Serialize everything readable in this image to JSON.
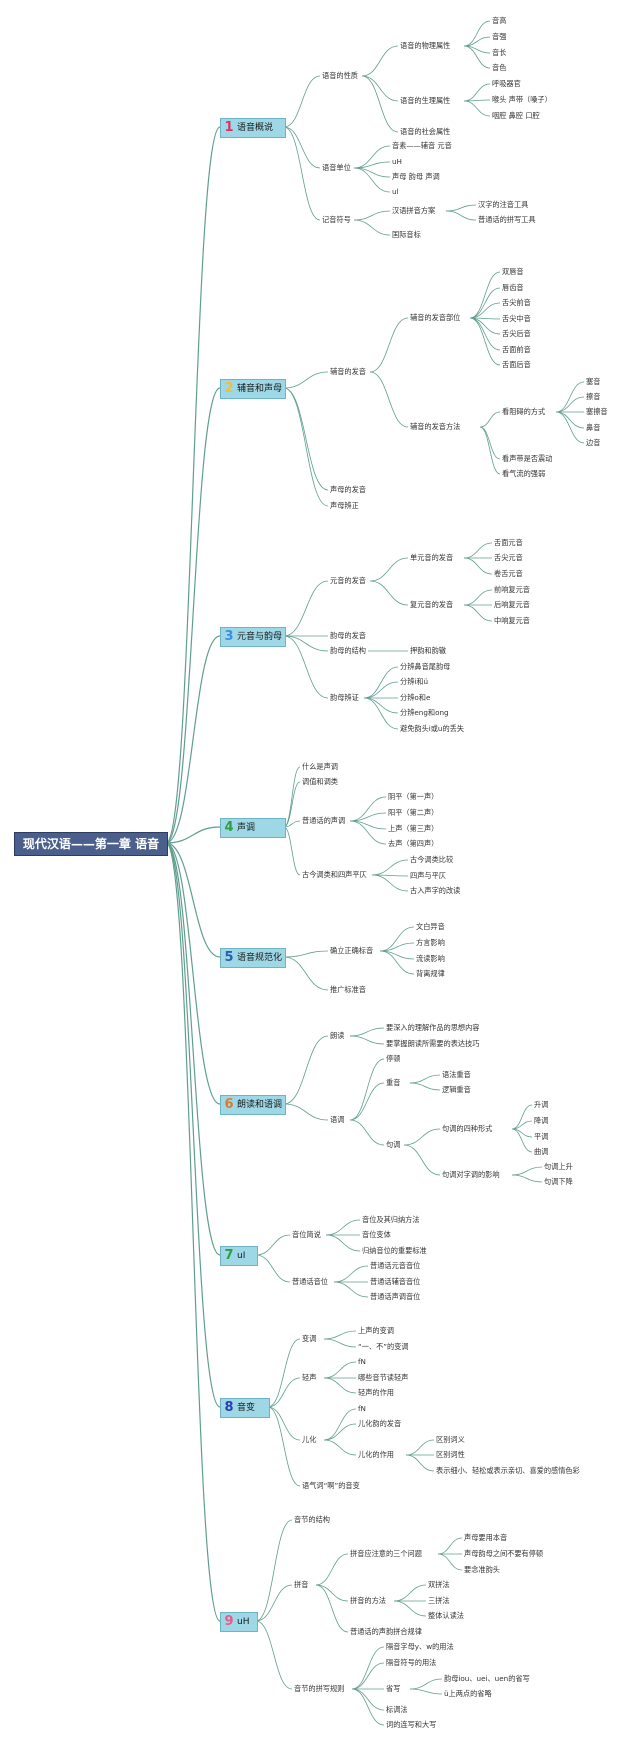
{
  "colors": {
    "line": "#5f9e8f",
    "root_bg": "#4a5f8c",
    "section_bg": "#9ed8e6"
  },
  "root": "现代汉语——第一章 语音",
  "sections": [
    {
      "num": "1",
      "title": "语音概说",
      "num_color": "#e0306a"
    },
    {
      "num": "2",
      "title": "辅音和声母",
      "num_color": "#f0c030"
    },
    {
      "num": "3",
      "title": "元音与韵母",
      "num_color": "#3a8ee6"
    },
    {
      "num": "4",
      "title": "声调",
      "num_color": "#2e9e3e"
    },
    {
      "num": "5",
      "title": "语音规范化",
      "num_color": "#2a5fb0"
    },
    {
      "num": "6",
      "title": "朗读和语调",
      "num_color": "#e07a2a"
    },
    {
      "num": "7",
      "title": "uI",
      "num_color": "#2e9e3e"
    },
    {
      "num": "8",
      "title": "音变",
      "num_color": "#2a3fb0"
    },
    {
      "num": "9",
      "title": "uH",
      "num_color": "#e85a8a"
    }
  ],
  "nodes": {
    "s1": {
      "xingzhi": "语音的性质",
      "wuli": "语音的物理属性",
      "yingao": "音高",
      "yinqiang": "音强",
      "yinchang": "音长",
      "yinse": "音色",
      "shengli": "语音的生理属性",
      "huxi": "呼吸器官",
      "houtou": "喉头 声带（嗓子）",
      "yanqiang": "咽腔 鼻腔 口腔",
      "shehui": "语音的社会属性",
      "danwei": "语音单位",
      "yinsu": "音素——辅音 元音",
      "uh": "uH",
      "shengmu": "声母 韵母 声调",
      "ul": "ul",
      "fuhao": "记音符号",
      "pinyin": "汉语拼音方案",
      "zhuyin": "汉字的注音工具",
      "pinxie": "普通话的拼写工具",
      "guoji": "国际音标"
    },
    "s2": {
      "fayin": "辅音的发音",
      "buwei": "辅音的发音部位",
      "shuangchun": "双唇音",
      "chunchi": "唇齿音",
      "shejianqian": "舌尖前音",
      "shejianzhong": "舌尖中音",
      "shejianhou": "舌尖后音",
      "shemian": "舌面前音",
      "shegen": "舌面后音",
      "fangfa": "辅音的发音方法",
      "zuai": "看阻碍的方式",
      "sai": "塞音",
      "ca": "擦音",
      "seca": "塞擦音",
      "bi": "鼻音",
      "bian": "边音",
      "shengdai": "看声带是否震动",
      "qiliu": "看气流的强弱",
      "smfayin": "声母的发音",
      "smbianzheng": "声母辨正"
    },
    "s3": {
      "yyfayin": "元音的发音",
      "danyuan": "单元音的发音",
      "shemian": "舌面元音",
      "shejian": "舌尖元音",
      "juanshe": "卷舌元音",
      "fuyuan": "复元音的发音",
      "qianxiang": "前响复元音",
      "houxiang": "后响复元音",
      "zhongxiang": "中响复元音",
      "ymfayin": "韵母的发音",
      "ymjiegou": "韵母的结构",
      "yayun": "押韵和韵辙",
      "ymbianzheng": "韵母辨证",
      "fenbian1": "分辨鼻音尾韵母",
      "fenbian2": "分辨i和ü",
      "fenbian3": "分辨o和e",
      "fenbian4": "分辨eng和ong",
      "bimian": "避免韵头i或u的丢失"
    },
    "s4": {
      "shengdiao": "什么是声调",
      "diaozhi": "调值和调类",
      "pth": "普通话的声调",
      "yinping": "阴平（第一声）",
      "yangping": "阳平（第二声）",
      "shang": "上声（第三声）",
      "qu": "去声（第四声）",
      "gujin": "古今调类和四声平仄",
      "bijiao": "古今调类比较",
      "pingze": "四声与平仄",
      "rusheng": "古入声字的改读"
    },
    "s5": {
      "queli": "确立正确标音",
      "wenbai": "文白异音",
      "fangyan": "方言影响",
      "liudu": "流读影响",
      "xiguan": "背离规律",
      "tuiguang": "推广标准音"
    },
    "s6": {
      "langdu": "朗读",
      "lijie": "要深入的理解作品的思想内容",
      "jiqiao": "要掌握朗读所需要的表达技巧",
      "yudiao": "语调",
      "tingdun": "停顿",
      "zhongyin": "重音",
      "yufa": "语法重音",
      "luoji": "逻辑重音",
      "judiao": "句调",
      "sizhong": "句调的四种形式",
      "sheng": "升调",
      "jiang": "降调",
      "ping": "平调",
      "qu": "曲调",
      "yingxiang": "句调对字调的影响",
      "shangsheng": "句调上升",
      "xiajiang": "句调下降"
    },
    "s7": {
      "yinwei": "音位简说",
      "guina": "音位及其归纳方法",
      "bianti": "音位变体",
      "biaozhun": "归纳音位的重要标准",
      "ptyw": "普通话音位",
      "yuanyin": "普通话元音音位",
      "fuyin": "普通话辅音音位",
      "diaoyin": "普通话声调音位"
    },
    "s8": {
      "biandiao": "变调",
      "shangbian": "上声的变调",
      "yibu": "“一、不”的变调",
      "qingsheng": "轻声",
      "fn1": "fN",
      "nxie": "哪些音节读轻声",
      "zuoyong": "轻声的作用",
      "erhua": "儿化",
      "fn2": "fN",
      "erfayin": "儿化韵的发音",
      "erzuoyong": "儿化的作用",
      "qubie": "区别词义",
      "cixing": "区别词性",
      "biaoshi": "表示细小、轻松或表示亲切、喜爱的感情色彩",
      "a": "语气词“啊”的音变"
    },
    "s9": {
      "jiegou": "音节的结构",
      "pinyin": "拼音",
      "sange": "拼音应注意的三个问题",
      "benyin": "声母要用本音",
      "tingdun": "声母韵母之间不要有停顿",
      "yuntou": "要念准韵头",
      "fangfa": "拼音的方法",
      "shuangpin": "双拼法",
      "sanpin": "三拼法",
      "zhengti": "整体认读法",
      "guilv": "普通话的声韵拼合规律",
      "guize": "音节的拼写规则",
      "yw": "隔音字母y、w的用法",
      "geyin": "隔音符号的用法",
      "shengxie": "省写",
      "iou": "韵母iou、uei、uen的省写",
      "udian": "ü上两点的省略",
      "biaodiao": "标调法",
      "lianxie": "词的连写和大写"
    }
  }
}
